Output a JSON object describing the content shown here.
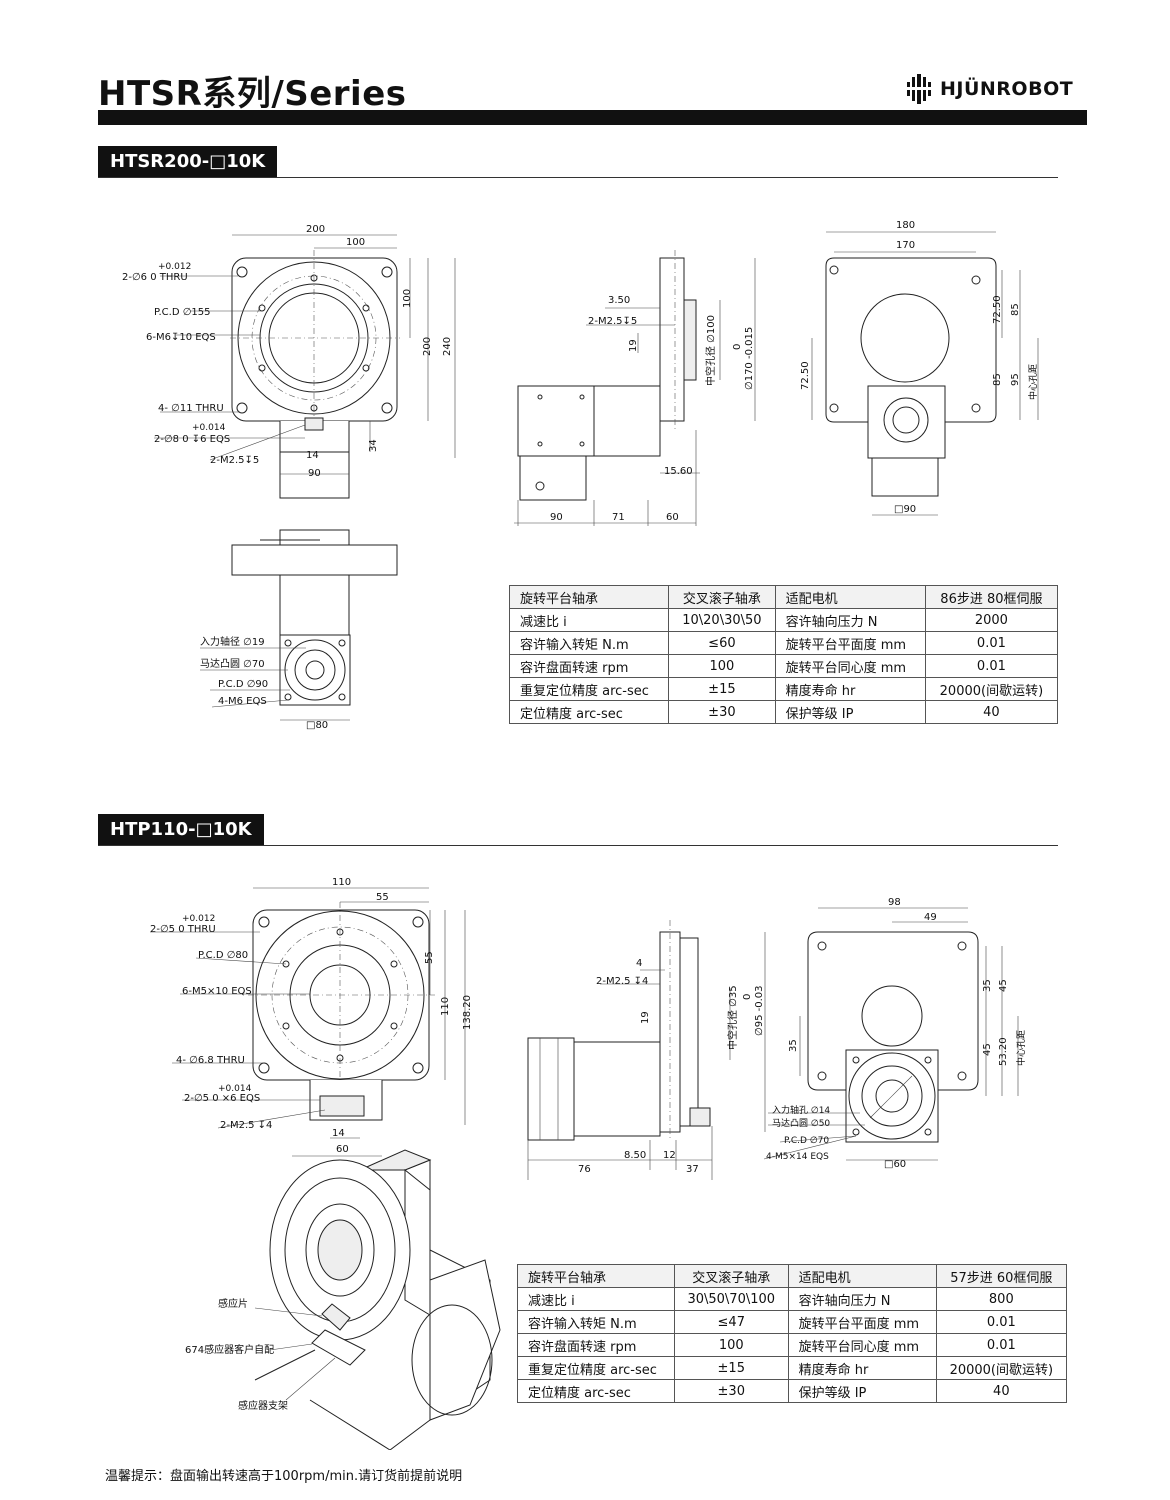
{
  "header": {
    "title": "HTSR系列/Series",
    "brand": "HJÜNROBOT"
  },
  "sections": [
    {
      "model": "HTSR200-□10K",
      "front_view": {
        "dims": [
          "200",
          "100",
          "100",
          "200",
          "240",
          "34",
          "14",
          "90"
        ],
        "notes": {
          "tol_a": "+0.012",
          "hole_a": "2-∅6   0       THRU",
          "pcd": "P.C.D ∅155",
          "m6": "6-M6↧10 EQS",
          "thru11": "4- ∅11 THRU",
          "tol_b": "+0.014",
          "hole_b": "2-∅8   0     ↧6 EQS",
          "m25": "2-M2.5↧5"
        }
      },
      "side_view": {
        "dims": [
          "3.50",
          "2-M2.5↧5",
          "19",
          "中空孔径 ∅100",
          "0",
          "∅170 -0.015",
          "15.60",
          "90",
          "71",
          "60"
        ]
      },
      "right_view": {
        "dims": [
          "180",
          "170",
          "72.50",
          "85",
          "85",
          "95",
          "72.50",
          "中心孔距",
          "□90"
        ]
      },
      "bottom_view": {
        "labels": [
          "入力轴径 ∅19",
          "马达凸圆 ∅70",
          "P.C.D ∅90",
          "4-M6 EQS",
          "□80"
        ]
      },
      "spec_table": [
        [
          "旋转平台轴承",
          "交叉滚子轴承",
          "适配电机",
          "86步进 80框伺服"
        ],
        [
          "减速比 i",
          "10\\20\\30\\50",
          "容许轴向压力 N",
          "2000"
        ],
        [
          "容许输入转矩 N.m",
          "≤60",
          "旋转平台平面度 mm",
          "0.01"
        ],
        [
          "容许盘面转速 rpm",
          "100",
          "旋转平台同心度 mm",
          "0.01"
        ],
        [
          "重复定位精度 arc-sec",
          "±15",
          "精度寿命 hr",
          "20000(间歇运转)"
        ],
        [
          "定位精度 arc-sec",
          "±30",
          "保护等级 IP",
          "40"
        ]
      ]
    },
    {
      "model": "HTP110-□10K",
      "front_view": {
        "dims": [
          "110",
          "55",
          "55",
          "110",
          "138.20",
          "14",
          "60"
        ],
        "notes": {
          "tol_a": "+0.012",
          "hole_a": "2-∅5   0      THRU",
          "pcd": "P.C.D ∅80",
          "m5": "6-M5×10 EQS",
          "thru68": "4-  ∅6.8 THRU",
          "tol_b": "+0.014",
          "hole_b": "2-∅5   0     ×6 EQS",
          "m25": "2-M2.5 ↧4"
        }
      },
      "side_view": {
        "dims": [
          "4",
          "2-M2.5 ↧4",
          "19",
          "中空孔径 ∅35",
          "0",
          "∅95 -0.03",
          "8.50",
          "12",
          "76",
          "37"
        ]
      },
      "right_view": {
        "dims": [
          "98",
          "49",
          "35",
          "45",
          "45",
          "53.20",
          "35",
          "中心孔距",
          "入力轴孔 ∅14",
          "马达凸圆 ∅50",
          "P.C.D ∅70",
          "4-M5×14 EQS",
          "□60"
        ]
      },
      "iso_view": {
        "labels": [
          "感应片",
          "674感应器客户自配",
          "感应器支架"
        ]
      },
      "spec_table": [
        [
          "旋转平台轴承",
          "交叉滚子轴承",
          "适配电机",
          "57步进 60框伺服"
        ],
        [
          "减速比 i",
          "30\\50\\70\\100",
          "容许轴向压力 N",
          "800"
        ],
        [
          "容许输入转矩 N.m",
          "≤47",
          "旋转平台平面度 mm",
          "0.01"
        ],
        [
          "容许盘面转速 rpm",
          "100",
          "旋转平台同心度 mm",
          "0.01"
        ],
        [
          "重复定位精度 arc-sec",
          "±15",
          "精度寿命 hr",
          "20000(间歇运转)"
        ],
        [
          "定位精度 arc-sec",
          "±30",
          "保护等级 IP",
          "40"
        ]
      ]
    }
  ],
  "footer": {
    "note": "温馨提示：盘面输出转速高于100rpm/min.请订货前提前说明"
  }
}
